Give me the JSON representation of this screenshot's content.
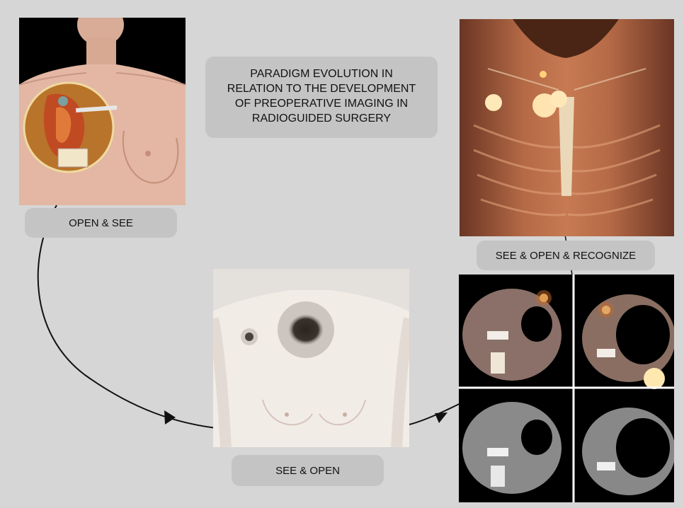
{
  "title_lines": [
    "PARADIGM EVOLUTION IN",
    "RELATION TO THE DEVELOPMENT",
    "OF PREOPERATIVE IMAGING IN",
    "RADIOGUIDED SURGERY"
  ],
  "stages": {
    "open_see": "OPEN & SEE",
    "see_open": "SEE & OPEN",
    "see_open_recognize": "SEE & OPEN & RECOGNIZE"
  },
  "colors": {
    "background": "#d6d6d6",
    "label_box": "#c4c4c4",
    "arrow": "#111111",
    "hotspot": "#ffd27a"
  }
}
